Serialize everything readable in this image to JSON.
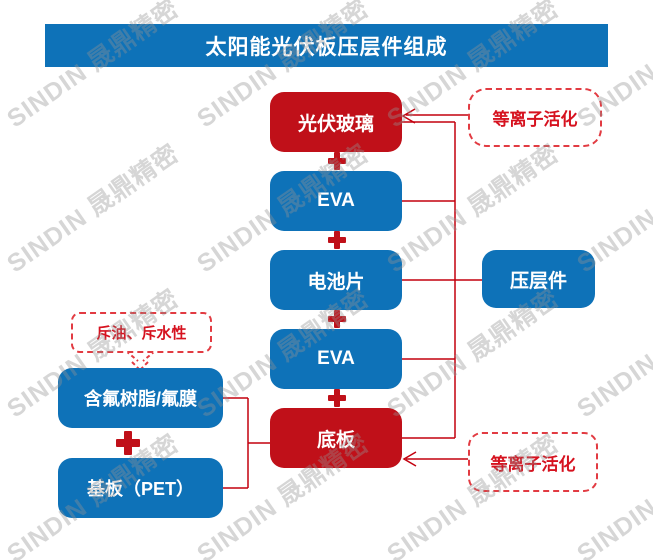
{
  "title": "太阳能光伏板压层件组成",
  "watermark": {
    "text": "SINDIN 晟鼎精密"
  },
  "colors": {
    "primary_blue": "#0e72b8",
    "box_red": "#c01019",
    "connector_red": "#c3000e",
    "dashed_border_red": "#e23b42",
    "note_text_red": "#d6121f",
    "box_text": "#ffffff"
  },
  "stack": {
    "layers": [
      {
        "label": "光伏玻璃",
        "style": "red"
      },
      {
        "label": "EVA",
        "style": "blue"
      },
      {
        "label": "电池片",
        "style": "blue"
      },
      {
        "label": "EVA",
        "style": "blue"
      },
      {
        "label": "底板",
        "style": "red"
      }
    ],
    "plus_icon": "+"
  },
  "right": {
    "plasma_top": "等离子活化",
    "laminate": "压层件",
    "plasma_bottom": "等离子活化"
  },
  "left": {
    "note": "斥油、斥水性",
    "fluoro_layer": "含氟树脂/氟膜",
    "substrate_layer": "基板（PET）",
    "plus_icon": "+"
  }
}
